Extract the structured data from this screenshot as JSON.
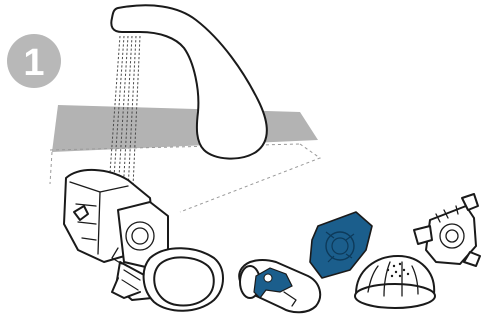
{
  "step": {
    "number": "1"
  },
  "colors": {
    "accent": "#1b5e8c",
    "basin": "#b3b3b3",
    "badge": "#b8b8b8",
    "outline": "#1a1a1a"
  },
  "parts": [
    {
      "name": "faucet",
      "icon": "faucet-icon"
    },
    {
      "name": "water-stream",
      "icon": "water-stream-icon"
    },
    {
      "name": "assembled-mask",
      "icon": "assembled-mask-icon"
    },
    {
      "name": "cushion-clip",
      "icon": "cushion-clip-icon"
    },
    {
      "name": "cushion-frame",
      "icon": "cushion-frame-icon"
    },
    {
      "name": "vent-dome",
      "icon": "vent-dome-icon"
    },
    {
      "name": "headgear-frame",
      "icon": "headgear-frame-icon"
    }
  ]
}
